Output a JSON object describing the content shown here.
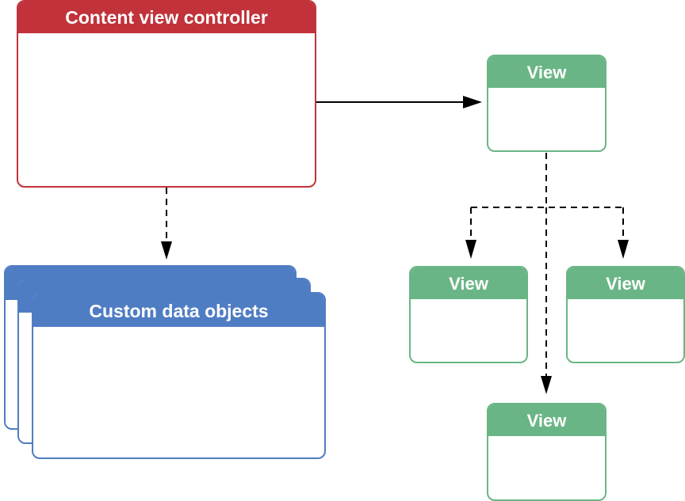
{
  "controller": {
    "title": "Content view controller"
  },
  "data_objects": {
    "title": "Custom data objects"
  },
  "root_view": {
    "title": "View"
  },
  "subviews": [
    {
      "title": "View"
    },
    {
      "title": "View"
    },
    {
      "title": "View"
    }
  ],
  "colors": {
    "controller": "#c1323a",
    "data_objects": "#4f7dc3",
    "views": "#6ab585",
    "arrows": "#000000"
  }
}
